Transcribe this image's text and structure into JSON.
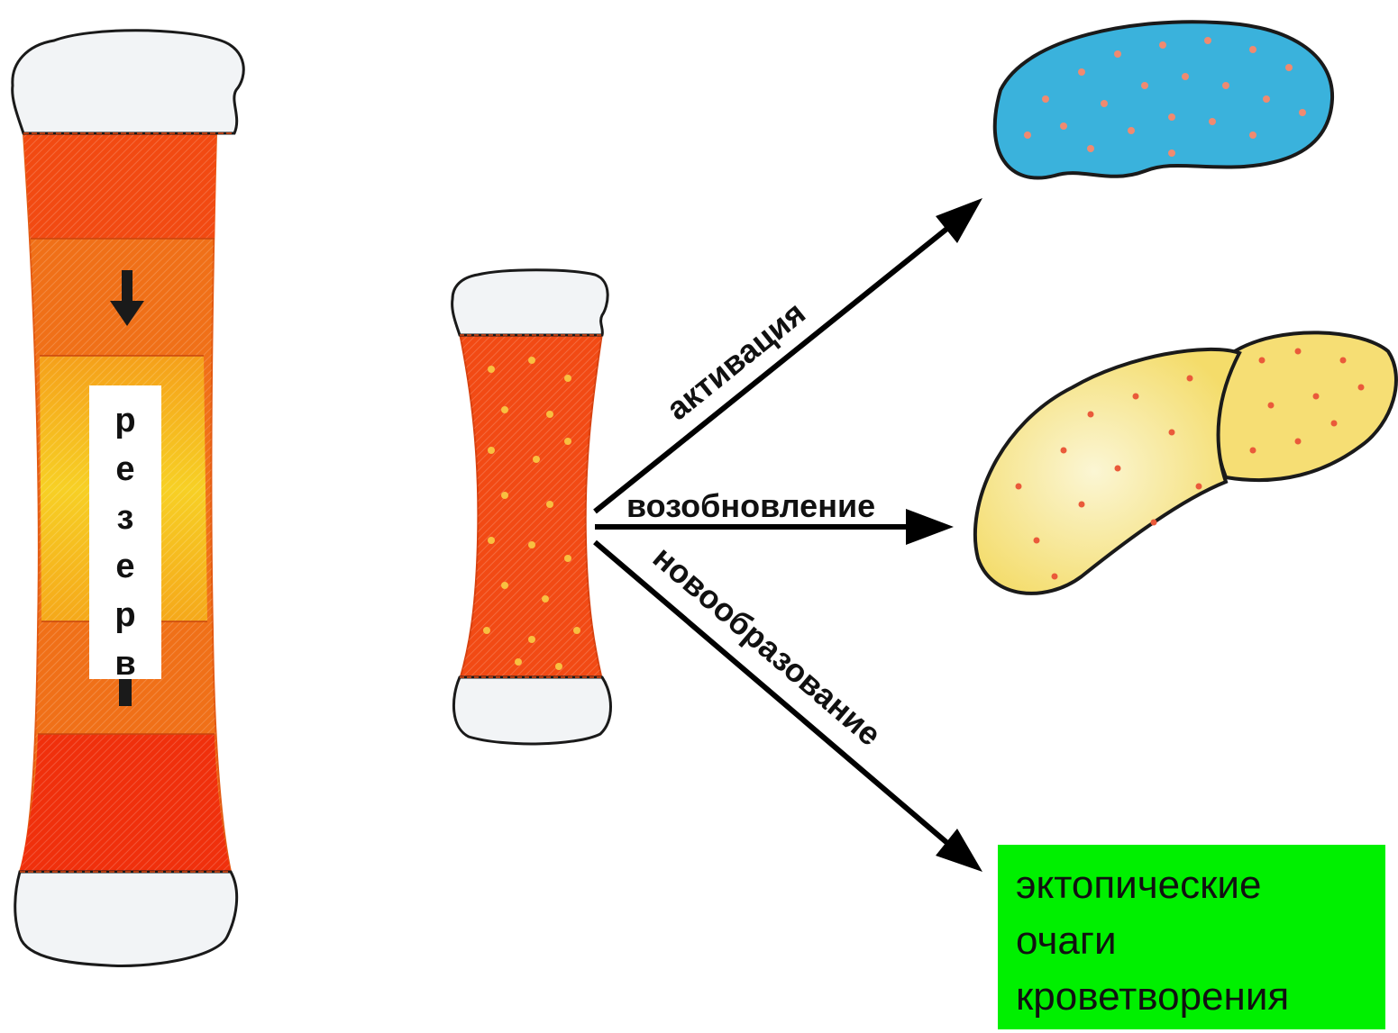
{
  "reserve_label": [
    "р",
    "е",
    "з",
    "е",
    "р",
    "в"
  ],
  "arrows": {
    "activation": "активация",
    "renewal": "возобновление",
    "neoformation": "новообразование"
  },
  "ectopic_box": {
    "lines": [
      "эктопические",
      "очаги",
      "кроветворения"
    ]
  },
  "colors": {
    "marrow_red": "#f23a10",
    "marrow_orange": "#f07018",
    "reserve_yellow": "#f5c51e",
    "epiphysis_white": "#f2f2f2",
    "spleen_blue": "#38b4dc",
    "liver_yellow": "#f7e27a",
    "ectopic_green": "#00f000"
  }
}
